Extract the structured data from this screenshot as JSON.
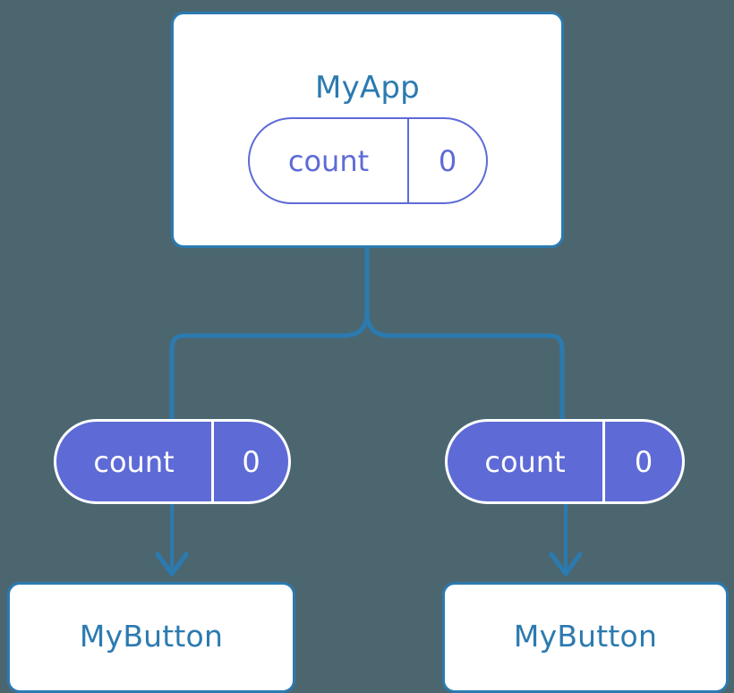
{
  "diagram": {
    "type": "component-state-flow",
    "background_color": "#4c6670",
    "accent_color": "#2b7ab0",
    "state_color": "#5e6bd6",
    "card_color": "#ffffff"
  },
  "root": {
    "title": "MyApp",
    "state": {
      "key": "count",
      "value": "0"
    }
  },
  "children": [
    {
      "props": {
        "key": "count",
        "value": "0"
      },
      "title": "MyButton"
    },
    {
      "props": {
        "key": "count",
        "value": "0"
      },
      "title": "MyButton"
    }
  ]
}
